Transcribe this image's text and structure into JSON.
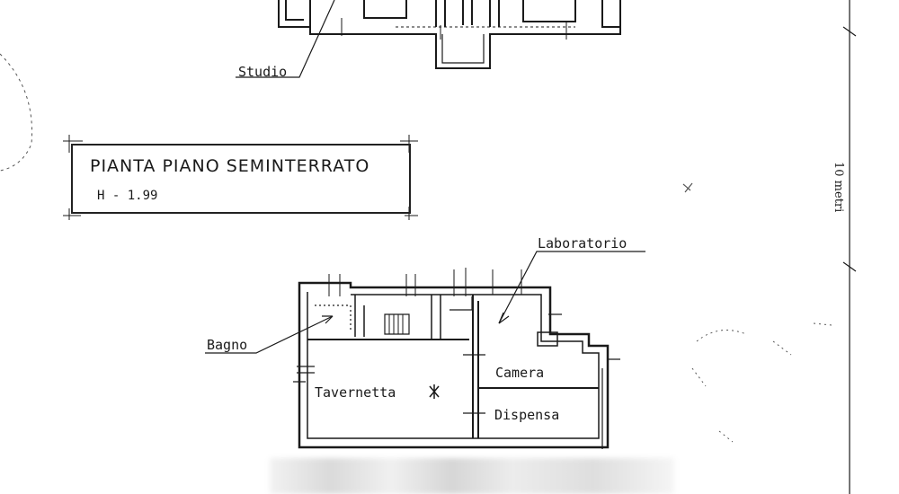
{
  "title": "PIANTA PIANO SEMINTERRATO",
  "height_label": "H - 1.99",
  "scale_label": "10 metri",
  "room_labels": {
    "studio": "Studio",
    "laboratorio": "Laboratorio",
    "bagno": "Bagno",
    "tavernetta": "Tavernetta",
    "camera": "Camera",
    "dispensa": "Dispensa"
  },
  "colors": {
    "ink": "#1a1a1a",
    "paper": "#ffffff"
  }
}
